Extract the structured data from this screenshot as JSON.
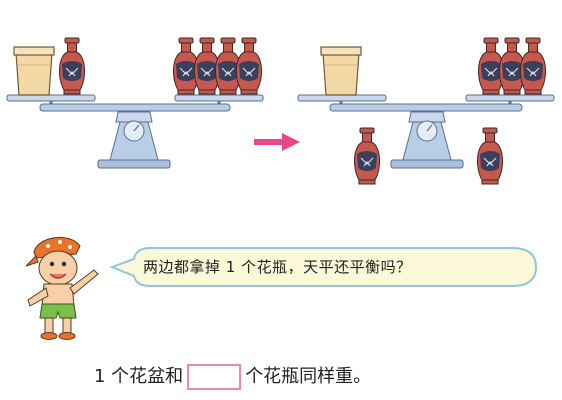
{
  "speech_bubble": {
    "text": "两边都拿掉 1 个花瓶，天平还平衡吗？"
  },
  "question": {
    "before": "1 个花盆和",
    "answer": "",
    "after": "个花瓶同样重。"
  },
  "colors": {
    "arrow": "#e8478a",
    "scale_body": "#b9cde6",
    "scale_outline": "#5a6f8c",
    "vase_body": "#c8574e",
    "vase_pattern": "#3a3f5a",
    "flowerpot": "#f3d9a6",
    "bubble_fill": "#fbf9d8",
    "bubble_border": "#8fc6e6",
    "answer_box_border": "#e88ab0"
  },
  "icons": [
    "balance-scale-icon",
    "flowerpot-icon",
    "vase-icon",
    "right-arrow-icon",
    "cartoon-boy-icon"
  ]
}
